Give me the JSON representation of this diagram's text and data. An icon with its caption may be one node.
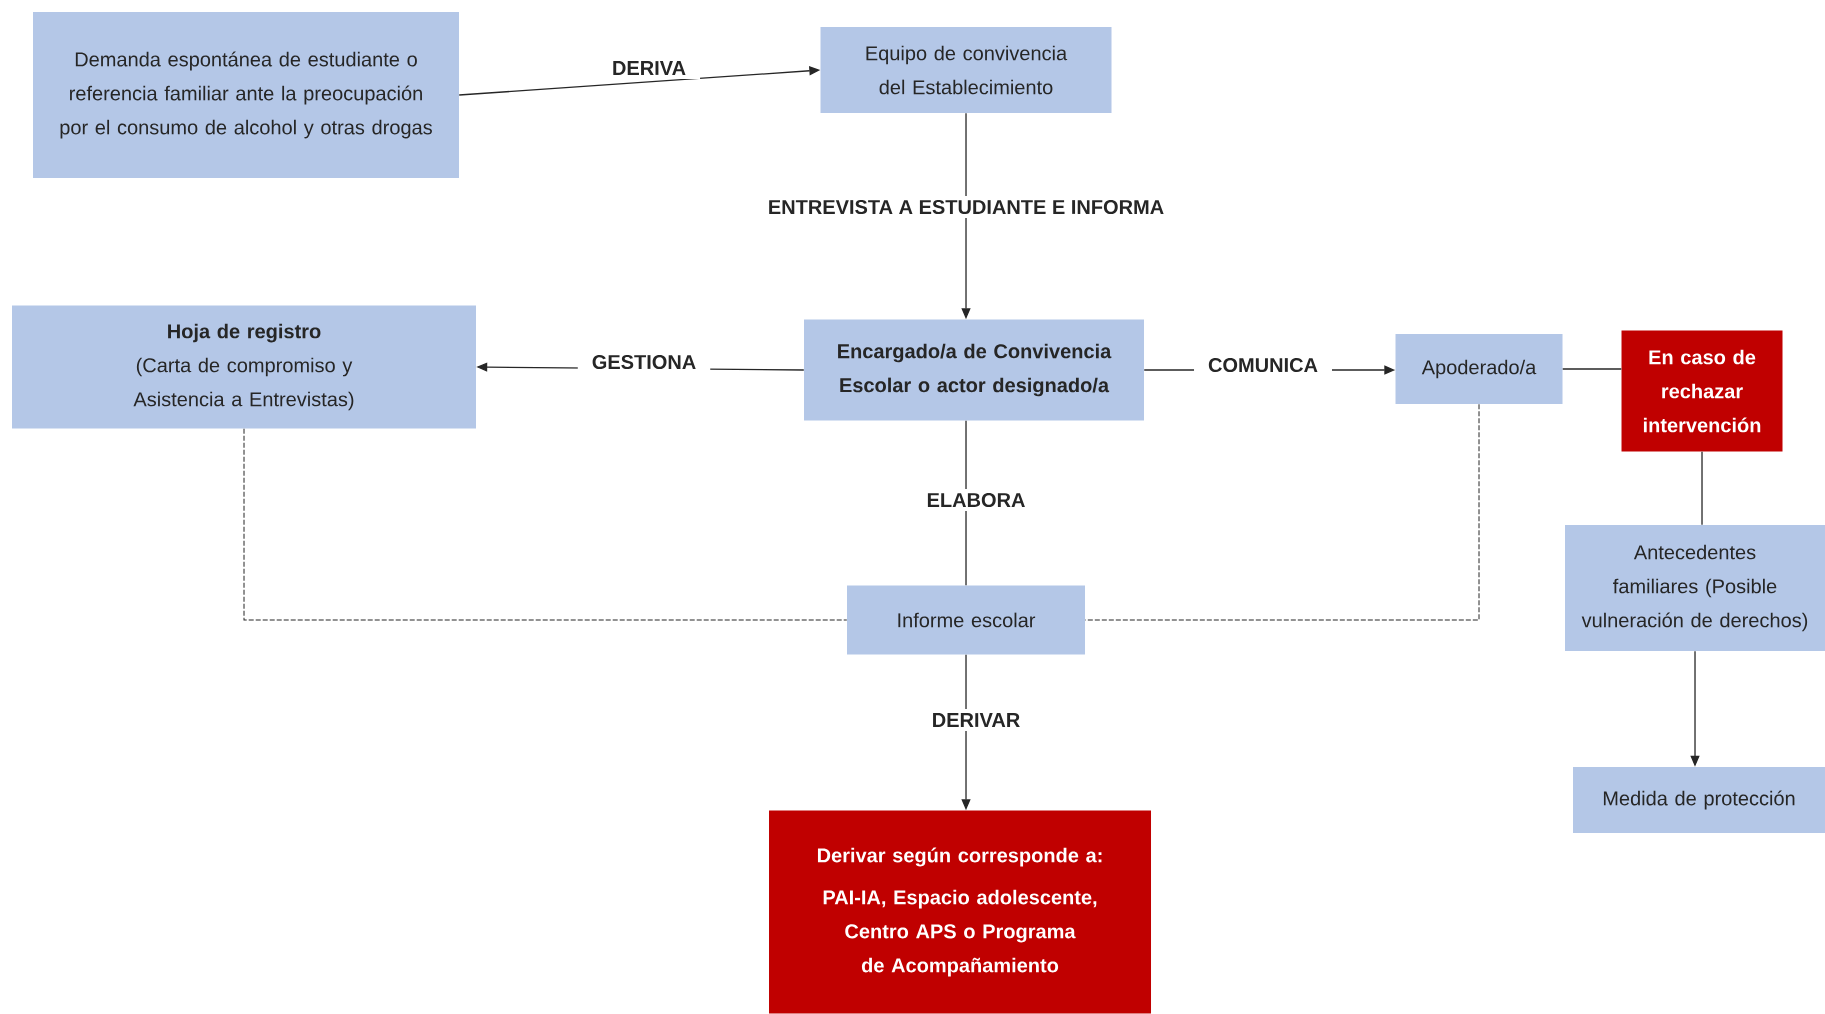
{
  "diagram": {
    "nodes": [
      {
        "text": [
          "Demanda espontánea de estudiante o referencia familiar ante la preocupación por el consumo de alcohol y otras drogas"
        ]
      },
      {
        "text": [
          "Equipo de convivencia del Establecimiento"
        ]
      },
      {
        "text": [
          "Hoja de registro",
          "(Carta de compromiso y Asistencia a Entrevistas)"
        ]
      },
      {
        "text": [
          "Encargado/a de Convivencia Escolar o actor designado/a"
        ]
      },
      {
        "text": [
          "Apoderado/a"
        ]
      },
      {
        "text": [
          "En caso de rechazar intervención"
        ]
      },
      {
        "text": [
          "Informe escolar"
        ]
      },
      {
        "text": [
          "Antecedentes familiares (Posible vulneración de derechos)"
        ]
      },
      {
        "text": [
          "Medida de protección"
        ]
      },
      {
        "text": [
          "Derivar según corresponde a:",
          "PAI-IA, Espacio adolescente, Centro APS o Programa de Acompañamiento"
        ]
      }
    ],
    "edges": [
      {
        "from": 0,
        "to": 1,
        "arrow": "to",
        "label": "DERIVA"
      },
      {
        "from": 1,
        "to": 3,
        "arrow": "to",
        "label": "ENTREVISTA A ESTUDIANTE E INFORMA"
      },
      {
        "from": 3,
        "to": 2,
        "arrow": "to",
        "label": "GESTIONA"
      },
      {
        "from": 3,
        "to": 4,
        "arrow": "to",
        "label": "COMUNICA"
      },
      {
        "from": 4,
        "to": 5,
        "arrow": "none"
      },
      {
        "from": 3,
        "to": 6,
        "arrow": "none",
        "label": "ELABORA"
      },
      {
        "from": 2,
        "to": 6,
        "arrow": "none",
        "style": "dashed"
      },
      {
        "from": 4,
        "to": 6,
        "arrow": "none",
        "style": "dashed"
      },
      {
        "from": 6,
        "to": 9,
        "arrow": "to",
        "label": "DERIVAR"
      },
      {
        "from": 5,
        "to": 7,
        "arrow": "none"
      },
      {
        "from": 7,
        "to": 8,
        "arrow": "to"
      }
    ]
  }
}
